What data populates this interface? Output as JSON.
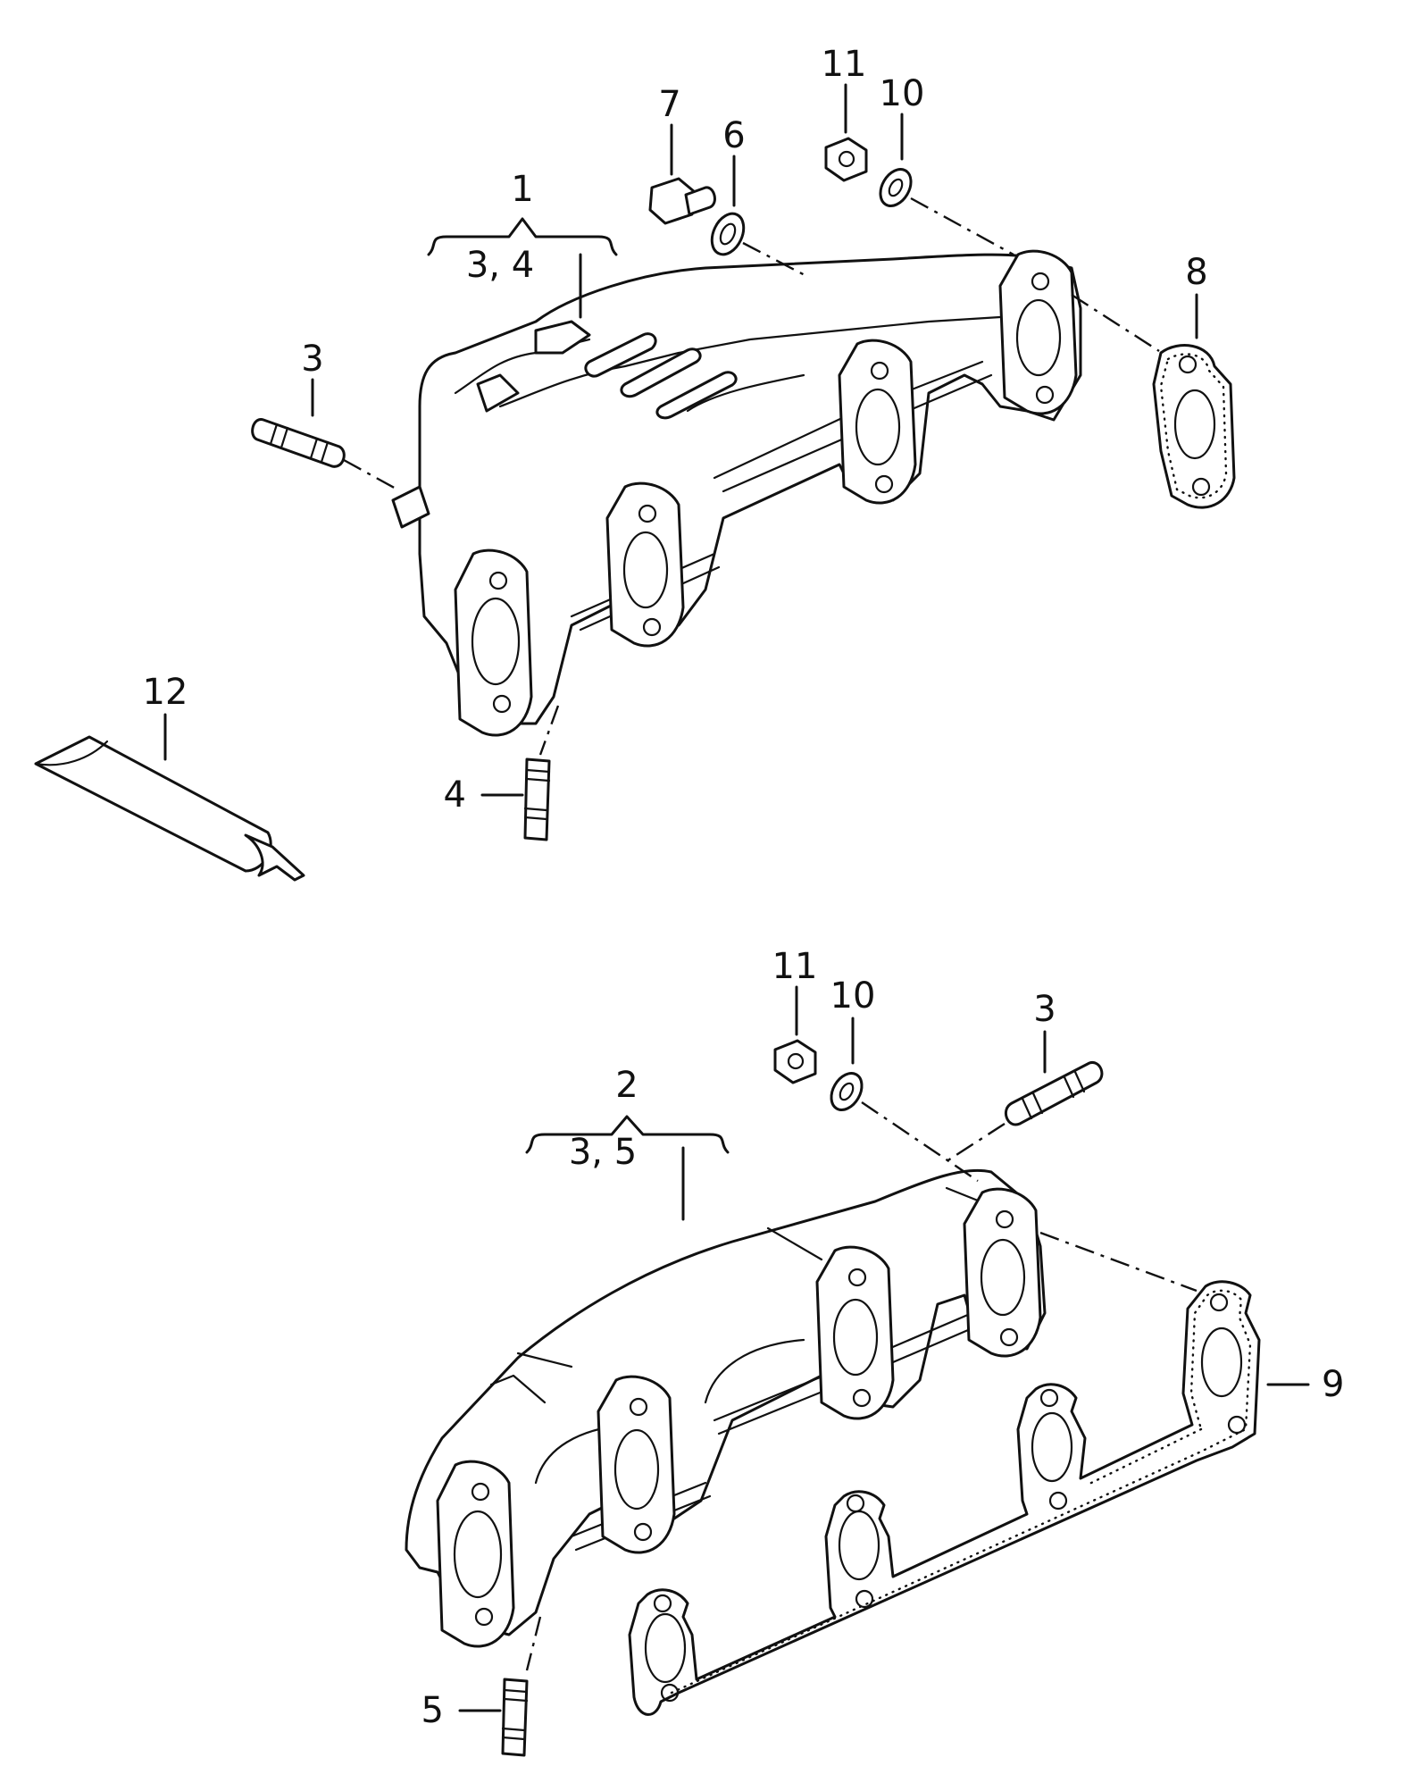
{
  "callouts": {
    "c1": "1",
    "c1_sub": "3, 4",
    "c2": "2",
    "c2_sub": "3, 5",
    "c3a": "3",
    "c3b": "3",
    "c4": "4",
    "c5": "5",
    "c6": "6",
    "c7": "7",
    "c8": "8",
    "c9": "9",
    "c10a": "10",
    "c10b": "10",
    "c11a": "11",
    "c11b": "11",
    "c12": "12"
  }
}
